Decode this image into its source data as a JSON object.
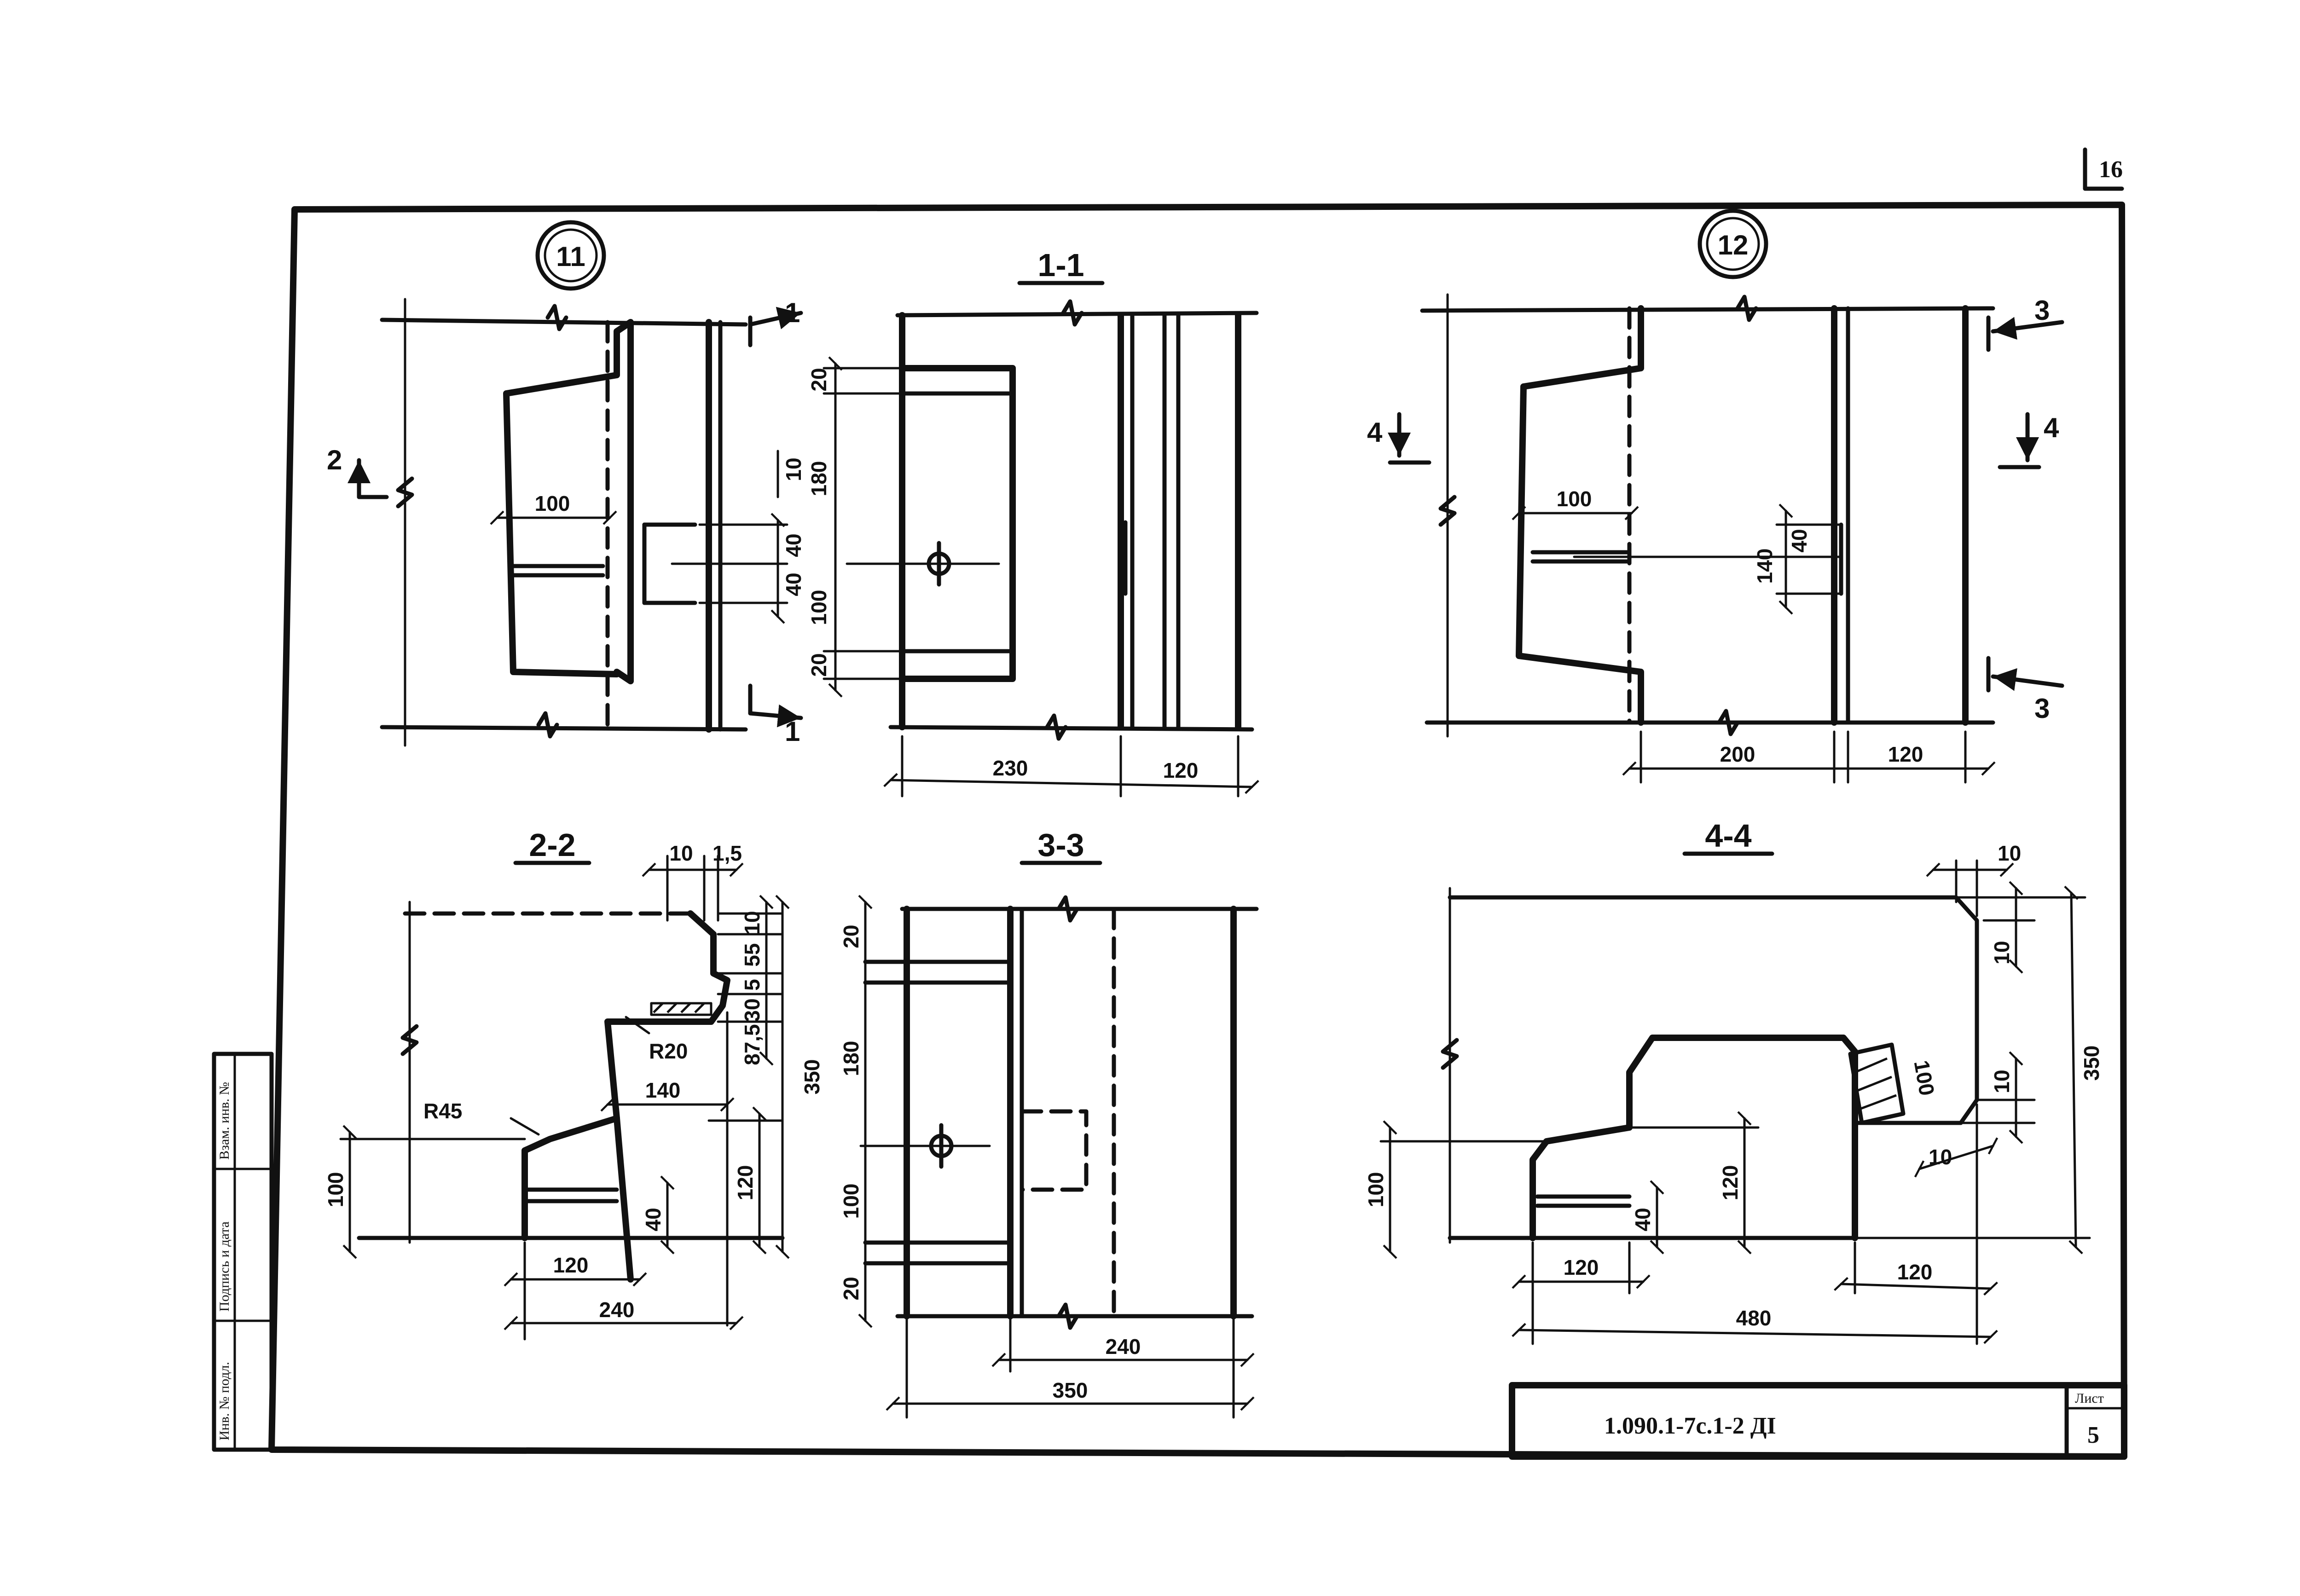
{
  "sheet": {
    "corner_number": "16",
    "code": "1.090.1-7с.1-2 ДI",
    "list_label": "Лист",
    "list_number": "5",
    "side_stamp": [
      "Инв. № подл.",
      "Подпись и дата",
      "Взам. инв. №"
    ]
  },
  "node11": {
    "marker": "11",
    "dims": {
      "d100": "100",
      "d40a": "40",
      "d40b": "40",
      "d10": "10"
    },
    "cuts": {
      "c1_top": "1",
      "c1_bot": "1",
      "c2": "2"
    }
  },
  "sec11": {
    "title": "1-1",
    "dims": {
      "d20a": "20",
      "d180": "180",
      "d100": "100",
      "d20b": "20",
      "d230": "230",
      "d120": "120"
    }
  },
  "node12": {
    "marker": "12",
    "dims": {
      "d100": "100",
      "d140": "140",
      "d40": "40",
      "d200": "200",
      "d120": "120"
    },
    "cuts": {
      "c3_top": "3",
      "c3_bot": "3",
      "c4_left": "4",
      "c4_right": "4"
    }
  },
  "sec22": {
    "title": "2-2",
    "dims": {
      "d10a": "10",
      "d15": "1,5",
      "d10b": "10",
      "d55": "55",
      "d5": "5",
      "d30": "30",
      "d87": "87,5",
      "r20": "R20",
      "r45": "R45",
      "d350": "350",
      "d140": "140",
      "d100": "100",
      "d120v": "120",
      "d40": "40",
      "d120": "120",
      "d240": "240"
    }
  },
  "sec33": {
    "title": "3-3",
    "dims": {
      "d20a": "20",
      "d180": "180",
      "d100": "100",
      "d20b": "20",
      "d240": "240",
      "d350": "350"
    }
  },
  "sec44": {
    "title": "4-4",
    "dims": {
      "d10a": "10",
      "d10b": "10",
      "d350": "350",
      "d100v": "100",
      "d10c": "10",
      "d10d": "10",
      "d100": "100",
      "d40": "40",
      "d120v": "120",
      "d120a": "120",
      "d120b": "120",
      "d480": "480"
    }
  }
}
